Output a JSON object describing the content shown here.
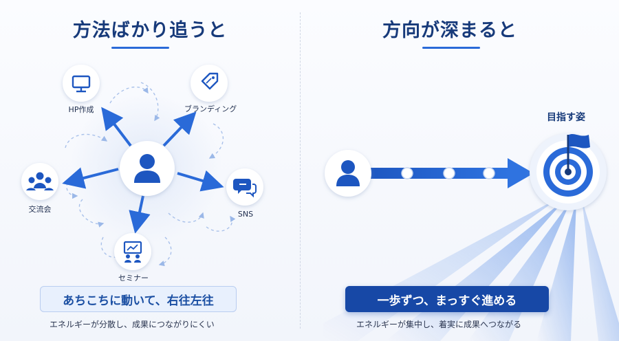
{
  "left": {
    "title": "方法ばかり追うと",
    "nodes": {
      "hp": "HP作成",
      "branding": "ブランディング",
      "sns": "SNS",
      "seminar": "セミナー",
      "exchange": "交流会"
    },
    "caption": "あちこちに動いて、右往左往",
    "subtext": "エネルギーが分散し、成果につながりにくい"
  },
  "right": {
    "title": "方向が深まると",
    "goal_label": "目指す姿",
    "caption": "一歩ずつ、まっすぐ進める",
    "subtext": "エネルギーが集中し、着実に成果へつながる"
  },
  "colors": {
    "primary": "#2a6ad8",
    "dark": "#1748a6",
    "title": "#173a7a"
  },
  "icons": [
    "person-icon",
    "monitor-icon",
    "tag-icon",
    "chat-icon",
    "presentation-icon",
    "group-icon",
    "target-icon",
    "flag-icon"
  ]
}
